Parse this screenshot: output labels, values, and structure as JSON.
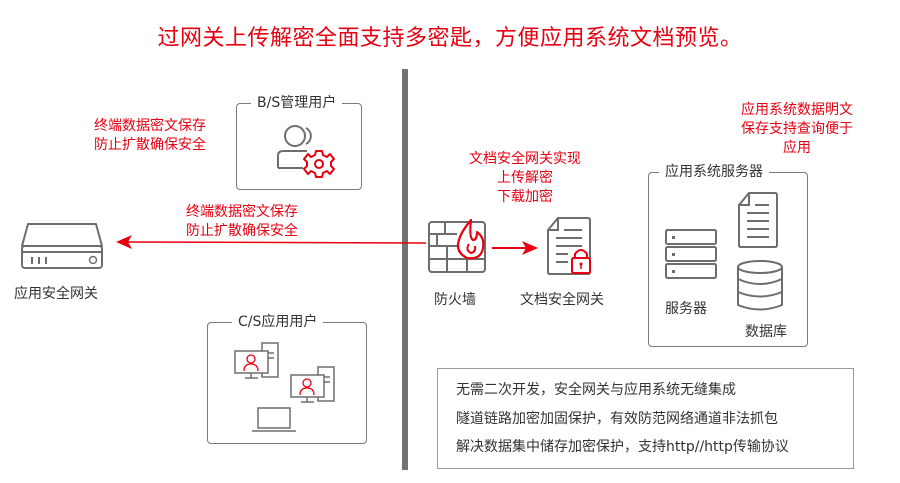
{
  "title": "过网关上传解密全面支持多密匙，方便应用系统文档预览。",
  "colors": {
    "accent": "#e60012",
    "icon_gray": "#6d6d6d",
    "divider": "#737373"
  },
  "left": {
    "bs_note": [
      "终端数据密文保存",
      "防止扩散确保安全"
    ],
    "bs_group": {
      "title": "B/S管理用户",
      "icon": "user-gear-icon"
    },
    "arrow_note": [
      "终端数据密文保存",
      "防止扩散确保安全"
    ],
    "gateway": {
      "label": "应用安全网关",
      "icon": "gateway-device-icon"
    },
    "cs_group": {
      "title": "C/S应用用户",
      "icons": [
        "desktop-user-icon",
        "desktop-user-icon",
        "laptop-icon"
      ]
    }
  },
  "middle": {
    "note": [
      "文档安全网关实现",
      "上传解密",
      "下载加密"
    ],
    "firewall": {
      "label": "防火墙",
      "icon": "firewall-icon"
    },
    "doc_gateway": {
      "label": "文档安全网关",
      "icon": "document-lock-icon"
    }
  },
  "right": {
    "note": [
      "应用系统数据明文",
      "保存支持查询便于",
      "应用"
    ],
    "server_group": {
      "title": "应用系统服务器",
      "server_label": "服务器",
      "database_label": "数据库"
    }
  },
  "info": {
    "lines": [
      "无需二次开发，安全网关与应用系统无缝集成",
      "隧道链路加密加固保护，有效防范网络通道非法抓包",
      "解决数据集中储存加密保护，支持http//http传输协议"
    ]
  }
}
